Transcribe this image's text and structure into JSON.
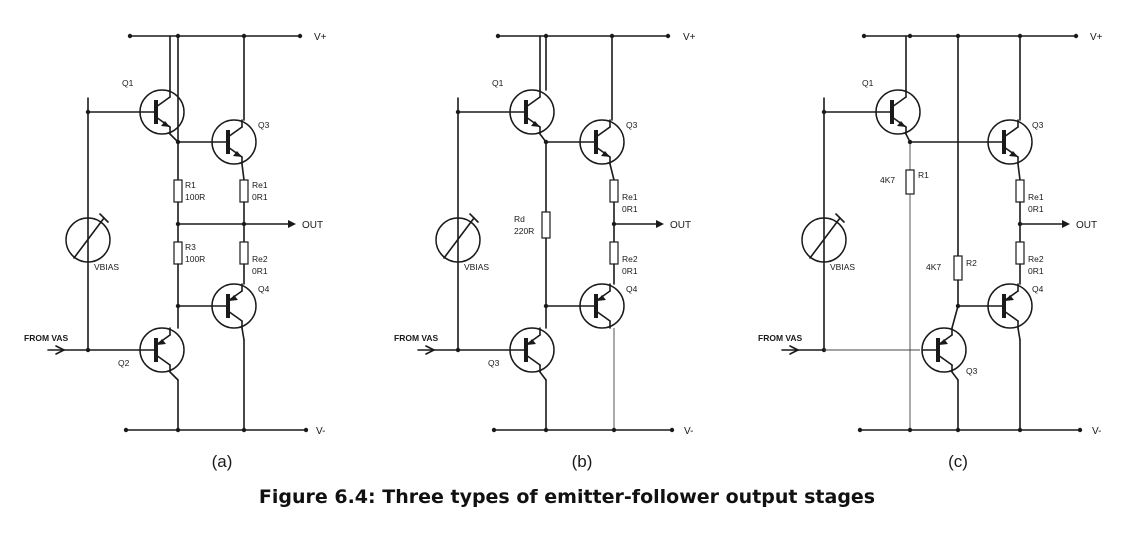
{
  "caption": "Figure 6.4: Three types of emitter-follower output stages",
  "rails": {
    "positive": "V+",
    "negative": "V-",
    "output": "OUT",
    "input": "FROM VAS"
  },
  "circuit_a": {
    "sublabel": "(a)",
    "q_upper_driver": "Q1",
    "q_upper_output": "Q3",
    "q_lower_driver": "Q2",
    "q_lower_output": "Q4",
    "r_top_name": "R1",
    "r_top_value": "100R",
    "r_bottom_name": "R3",
    "r_bottom_value": "100R",
    "re_top_name": "Re1",
    "re_top_value": "0R1",
    "re_bottom_name": "Re2",
    "re_bottom_value": "0R1",
    "bias": "VBIAS"
  },
  "circuit_b": {
    "sublabel": "(b)",
    "q_upper_driver": "Q1",
    "q_upper_output": "Q3",
    "q_lower_driver": "Q3",
    "q_lower_output": "Q4",
    "rd_name": "Rd",
    "rd_value": "220R",
    "re_top_name": "Re1",
    "re_top_value": "0R1",
    "re_bottom_name": "Re2",
    "re_bottom_value": "0R1",
    "bias": "VBIAS"
  },
  "circuit_c": {
    "sublabel": "(c)",
    "q_upper_driver": "Q1",
    "q_upper_output": "Q3",
    "q_lower_driver": "Q3",
    "q_lower_output": "Q4",
    "r1_name": "R1",
    "r1_value": "4K7",
    "r2_name": "R2",
    "r2_value": "4K7",
    "re_top_name": "Re1",
    "re_top_value": "0R1",
    "re_bottom_name": "Re2",
    "re_bottom_value": "0R1",
    "bias": "VBIAS"
  }
}
